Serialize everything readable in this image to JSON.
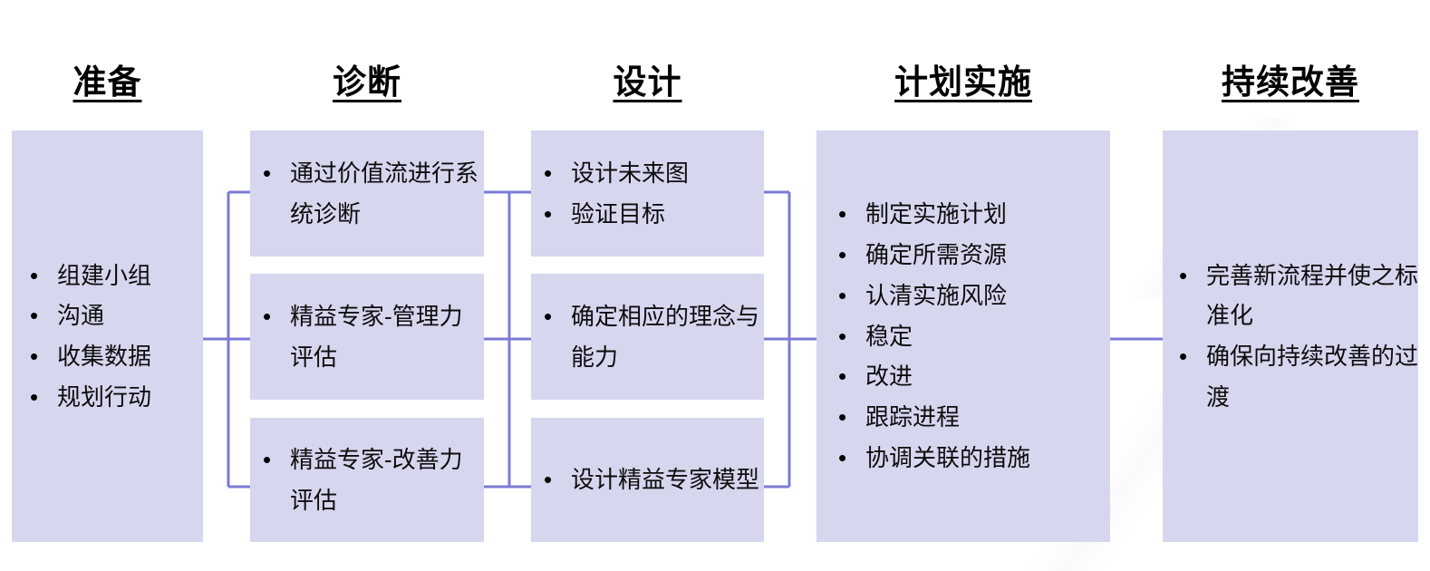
{
  "diagram": {
    "title_accent_color": "#000000",
    "box_fill_color": "#D6D6EF",
    "connector_color": "#7B7BD6",
    "background_color": "#FFFFFF",
    "bullet_glyph": "•"
  },
  "phases": [
    {
      "id": "prepare",
      "title": "准备",
      "groups": [
        {
          "items": [
            "组建小组",
            "沟通",
            "收集数据",
            "规划行动"
          ]
        }
      ]
    },
    {
      "id": "diagnose",
      "title": "诊断",
      "groups": [
        {
          "items": [
            "通过价值流进行系统诊断"
          ]
        },
        {
          "items": [
            "精益专家-管理力评估"
          ]
        },
        {
          "items": [
            "精益专家-改善力评估"
          ]
        }
      ]
    },
    {
      "id": "design",
      "title": "设计",
      "groups": [
        {
          "items": [
            "设计未来图",
            "验证目标"
          ]
        },
        {
          "items": [
            "确定相应的理念与能力"
          ]
        },
        {
          "items": [
            "设计精益专家模型"
          ]
        }
      ]
    },
    {
      "id": "plan-implement",
      "title": "计划实施",
      "groups": [
        {
          "items": [
            "制定实施计划",
            "确定所需资源",
            "认清实施风险",
            "稳定",
            "改进",
            "跟踪进程",
            "协调关联的措施"
          ]
        }
      ]
    },
    {
      "id": "continuous-improvement",
      "title": "持续改善",
      "groups": [
        {
          "items": [
            "完善新流程并使之标准化",
            "确保向持续改善的过渡"
          ]
        }
      ]
    }
  ]
}
